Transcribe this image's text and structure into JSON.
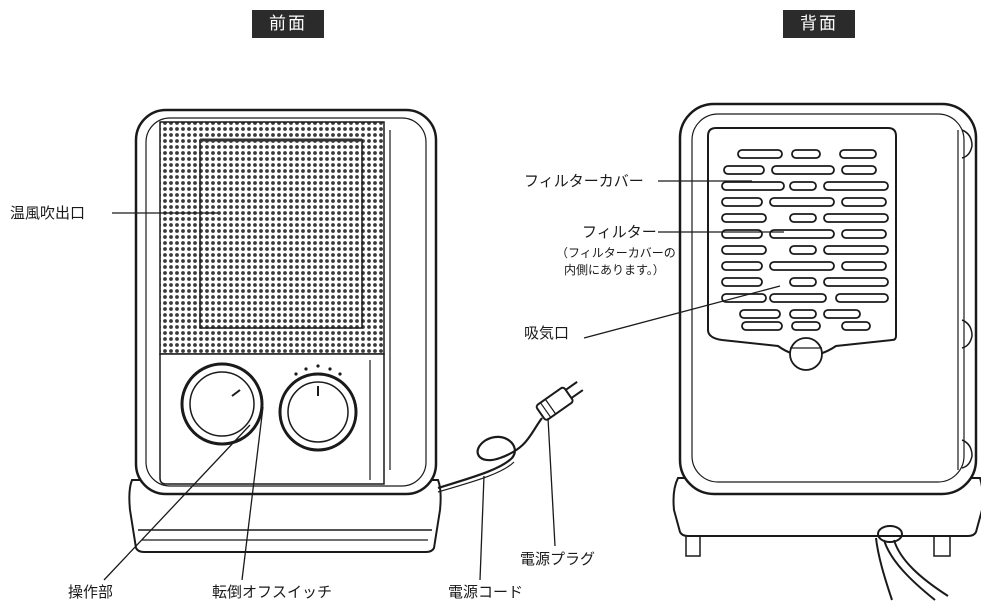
{
  "views": {
    "front_title": "前面",
    "back_title": "背面"
  },
  "labels": {
    "outlet": "温風吹出口",
    "controls": "操作部",
    "tip_switch": "転倒オフスイッチ",
    "power_cord": "電源コード",
    "power_plug": "電源プラグ",
    "filter_cover": "フィルターカバー",
    "filter": "フィルター",
    "filter_note_1": "（フィルターカバーの",
    "filter_note_2": "内側にあります。）",
    "intake": "吸気口"
  }
}
